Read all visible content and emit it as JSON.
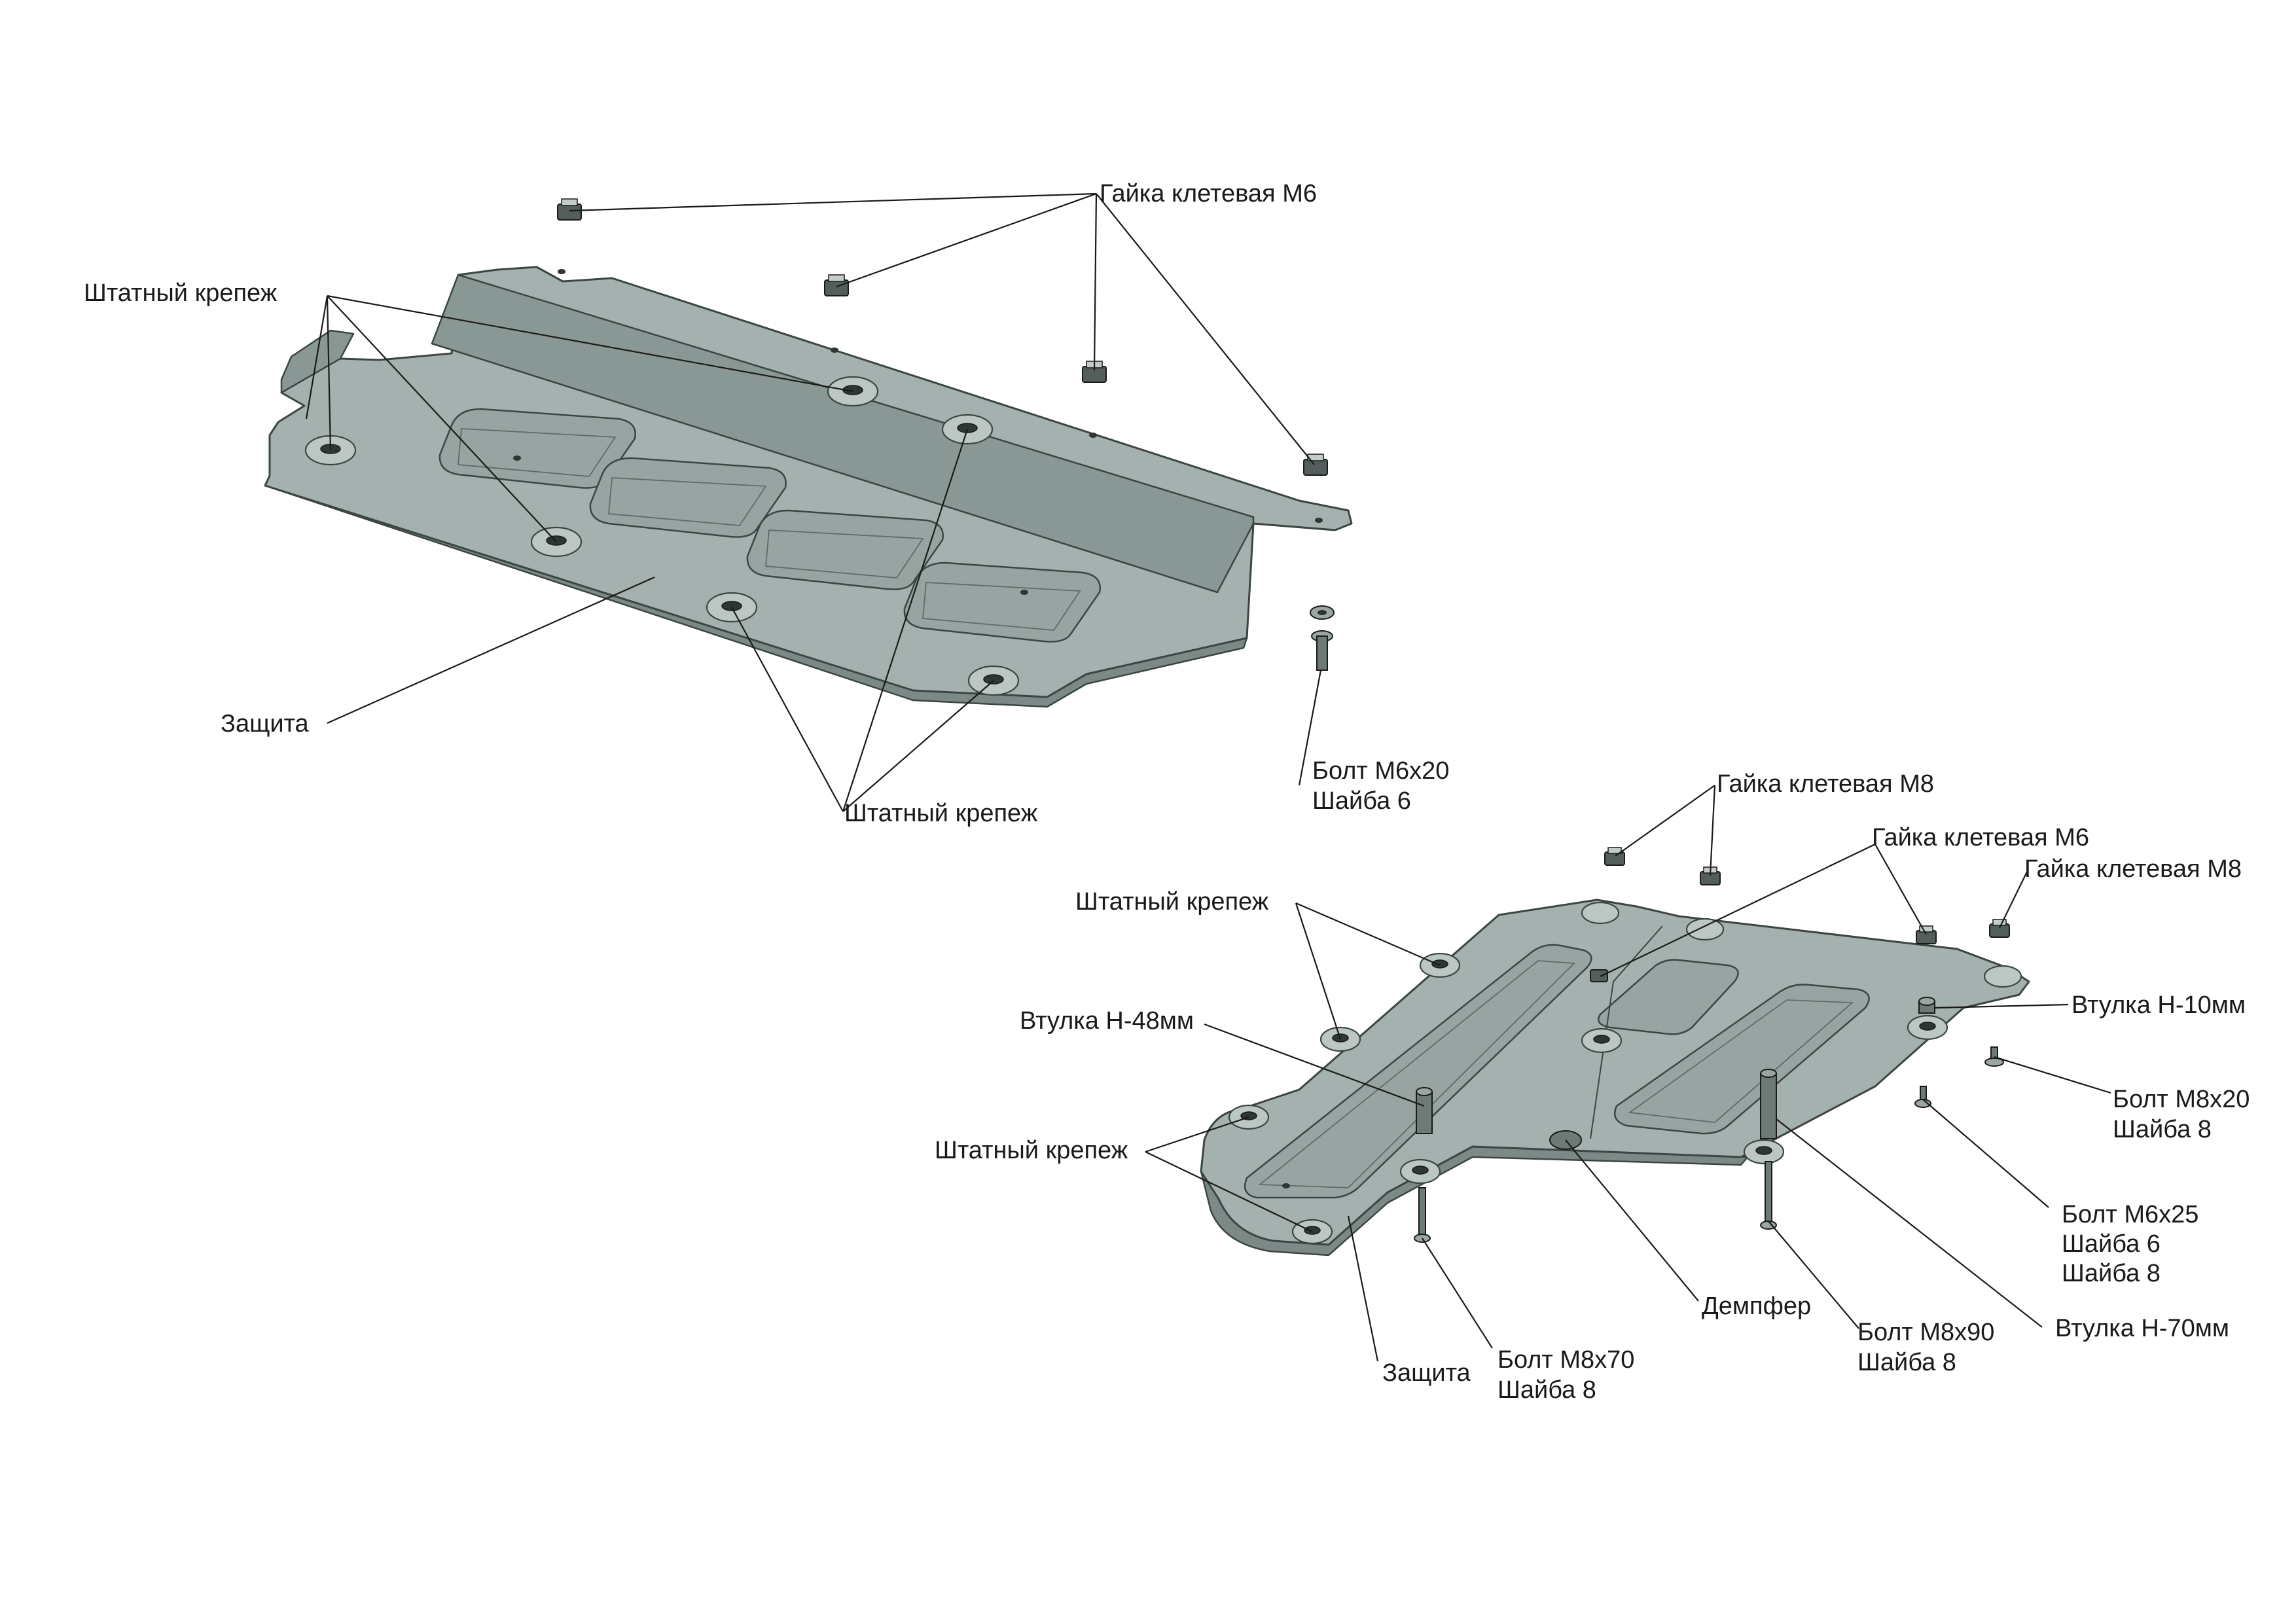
{
  "labels": {
    "upper_nut_m6": "Гайка клетевая М6",
    "upper_fastener_left": "Штатный крепеж",
    "upper_protection": "Защита",
    "upper_fastener_bottom": "Штатный крепеж",
    "upper_bolt_line1": "Болт М6х20",
    "upper_bolt_line2": "Шайба 6",
    "lower_nut_m8_top": "Гайка клетевая М8",
    "lower_nut_m6": "Гайка клетевая М6",
    "lower_nut_m8_right": "Гайка клетевая М8",
    "lower_fastener_top": "Штатный крепеж",
    "lower_bush_48": "Втулка Н-48мм",
    "lower_bush_10": "Втулка Н-10мм",
    "lower_bolt_m8x20_line1": "Болт М8х20",
    "lower_bolt_m8x20_line2": "Шайба 8",
    "lower_fastener_left": "Штатный крепеж",
    "lower_bolt_m6x25_line1": "Болт М6х25",
    "lower_bolt_m6x25_line2": "Шайба 6",
    "lower_bolt_m6x25_line3": "Шайба 8",
    "lower_damper": "Демпфер",
    "lower_bolt_m8x90_line1": "Болт М8х90",
    "lower_bolt_m8x90_line2": "Шайба 8",
    "lower_bush_70": "Втулка Н-70мм",
    "lower_protection": "Защита",
    "lower_bolt_m8x70_line1": "Болт М8х70",
    "lower_bolt_m8x70_line2": "Шайба 8"
  }
}
